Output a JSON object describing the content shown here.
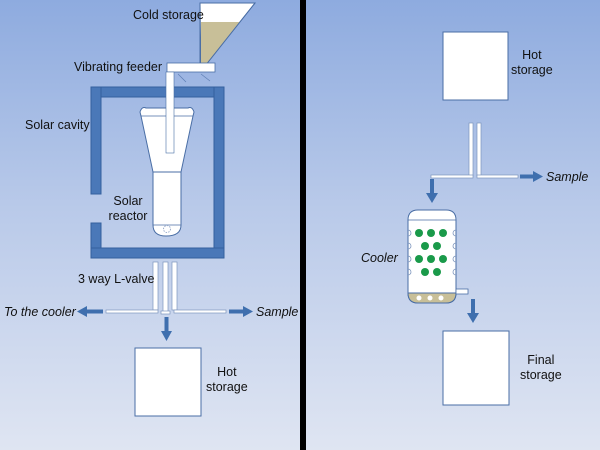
{
  "labels": {
    "cold_storage": "Cold storage",
    "vibrating_feeder": "Vibrating feeder",
    "solar_cavity": "Solar cavity",
    "solar_reactor_line1": "Solar",
    "solar_reactor_line2": "reactor",
    "l_valve": "3 way L-valve",
    "to_the_cooler": "To the cooler",
    "sample_left": "Sample",
    "hot_storage_left_line1": "Hot",
    "hot_storage_left_line2": "storage",
    "hot_storage_right_line1": "Hot",
    "hot_storage_right_line2": "storage",
    "sample_right": "Sample",
    "cooler": "Cooler",
    "final_storage_line1": "Final",
    "final_storage_line2": "storage"
  },
  "colors": {
    "cavity_blue": "#4a78b8",
    "arrow_blue": "#3f6fae",
    "outline_blue": "#4a6ea5",
    "particle_fill": "#c8bf98",
    "cooler_particles": "#1a9a4a",
    "divider": "#000000"
  }
}
